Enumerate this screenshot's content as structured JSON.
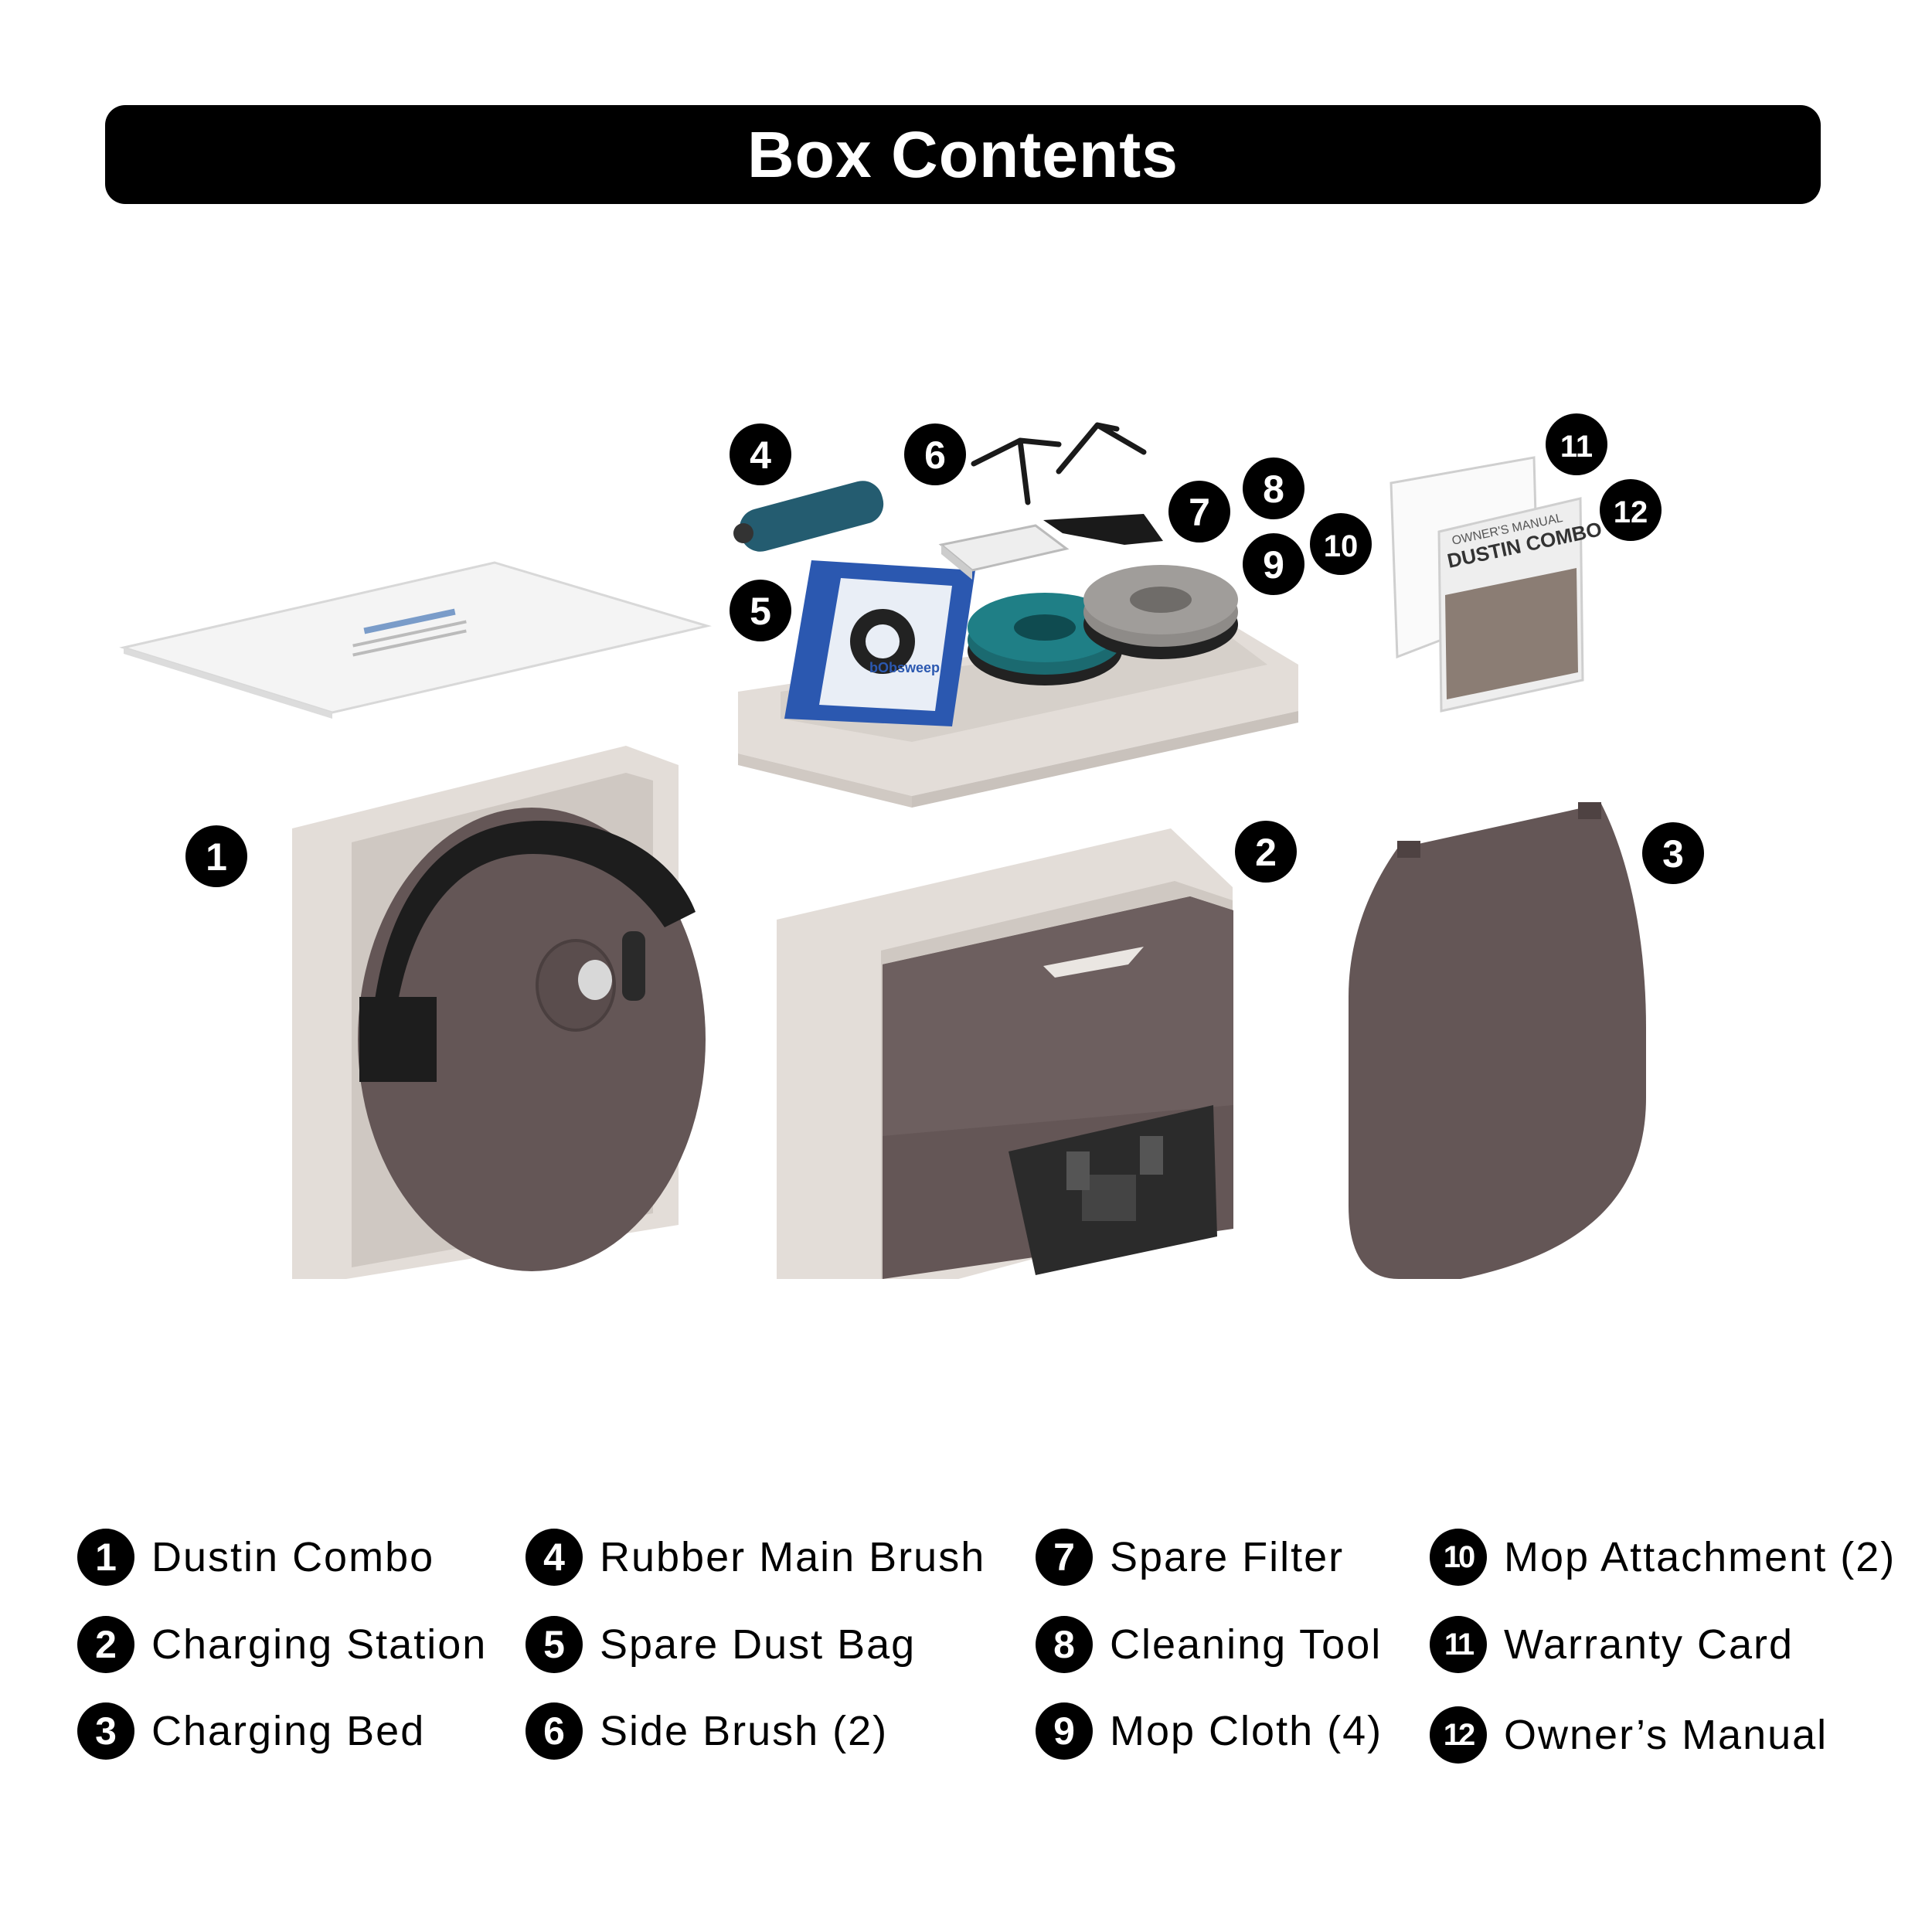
{
  "title": "Box Contents",
  "colors": {
    "title_bar": "#000000",
    "product_brown": "#645656",
    "box_beige": "#e3ddd8",
    "mop_teal": "#1f7f86",
    "mop_grey": "#a09d9a",
    "bag_blue": "#2b58b0"
  },
  "brand_lettering": [
    "DUSTIN",
    "COMBO",
    "OWNER'S MANUAL",
    "bObsweep"
  ],
  "badges": [
    "1",
    "2",
    "3",
    "4",
    "5",
    "6",
    "7",
    "8",
    "9",
    "10",
    "11",
    "12"
  ],
  "legend": [
    {
      "num": "1",
      "label": "Dustin Combo"
    },
    {
      "num": "2",
      "label": "Charging Station"
    },
    {
      "num": "3",
      "label": "Charging Bed"
    },
    {
      "num": "4",
      "label": "Rubber Main Brush"
    },
    {
      "num": "5",
      "label": "Spare Dust Bag"
    },
    {
      "num": "6",
      "label": "Side Brush (2)"
    },
    {
      "num": "7",
      "label": "Spare Filter"
    },
    {
      "num": "8",
      "label": "Cleaning Tool"
    },
    {
      "num": "9",
      "label": "Mop Cloth (4)"
    },
    {
      "num": "10",
      "label": "Mop Attachment (2)"
    },
    {
      "num": "11",
      "label": "Warranty Card"
    },
    {
      "num": "12",
      "label": "Owner’s Manual"
    }
  ]
}
